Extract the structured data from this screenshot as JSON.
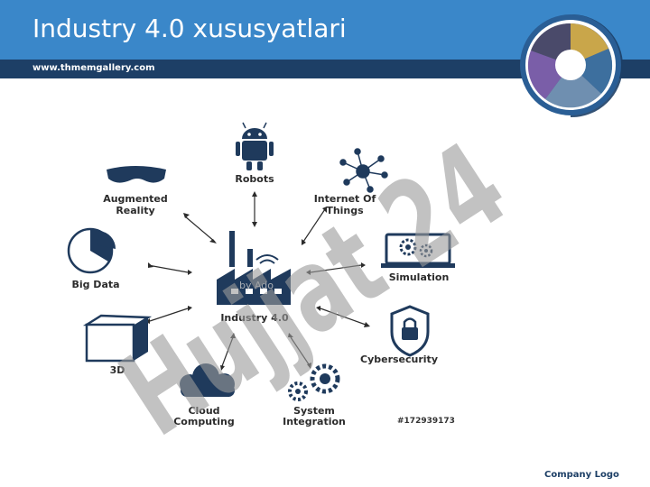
{
  "header": {
    "title": "Industry 4.0 xususyatlari",
    "website": "www.thmemgallery.com"
  },
  "footer": {
    "company_logo": "Company Logo"
  },
  "diagram": {
    "center": "Industry 4.0",
    "nodes": {
      "robots": "Robots",
      "augmented_1": "Augmented",
      "augmented_2": "Reality",
      "iot_1": "Internet Of",
      "iot_2": "Things",
      "big_data": "Big Data",
      "simulation": "Simulation",
      "three_d": "3D",
      "cybersecurity": "Cybersecurity",
      "cloud_1": "Cloud",
      "cloud_2": "Computing",
      "system_1": "System",
      "system_2": "Integration"
    },
    "stock_id": "#172939173",
    "stock_watermark": "by Ado"
  },
  "watermark": {
    "text": "Hujjat 24"
  },
  "colors": {
    "header_blue": "#3a87c9",
    "subbar_navy": "#1d3f66",
    "icon_navy": "#1f3a5c",
    "watermark_purple": "#8c84d8",
    "watermark_gray": "#9b9b9b"
  }
}
